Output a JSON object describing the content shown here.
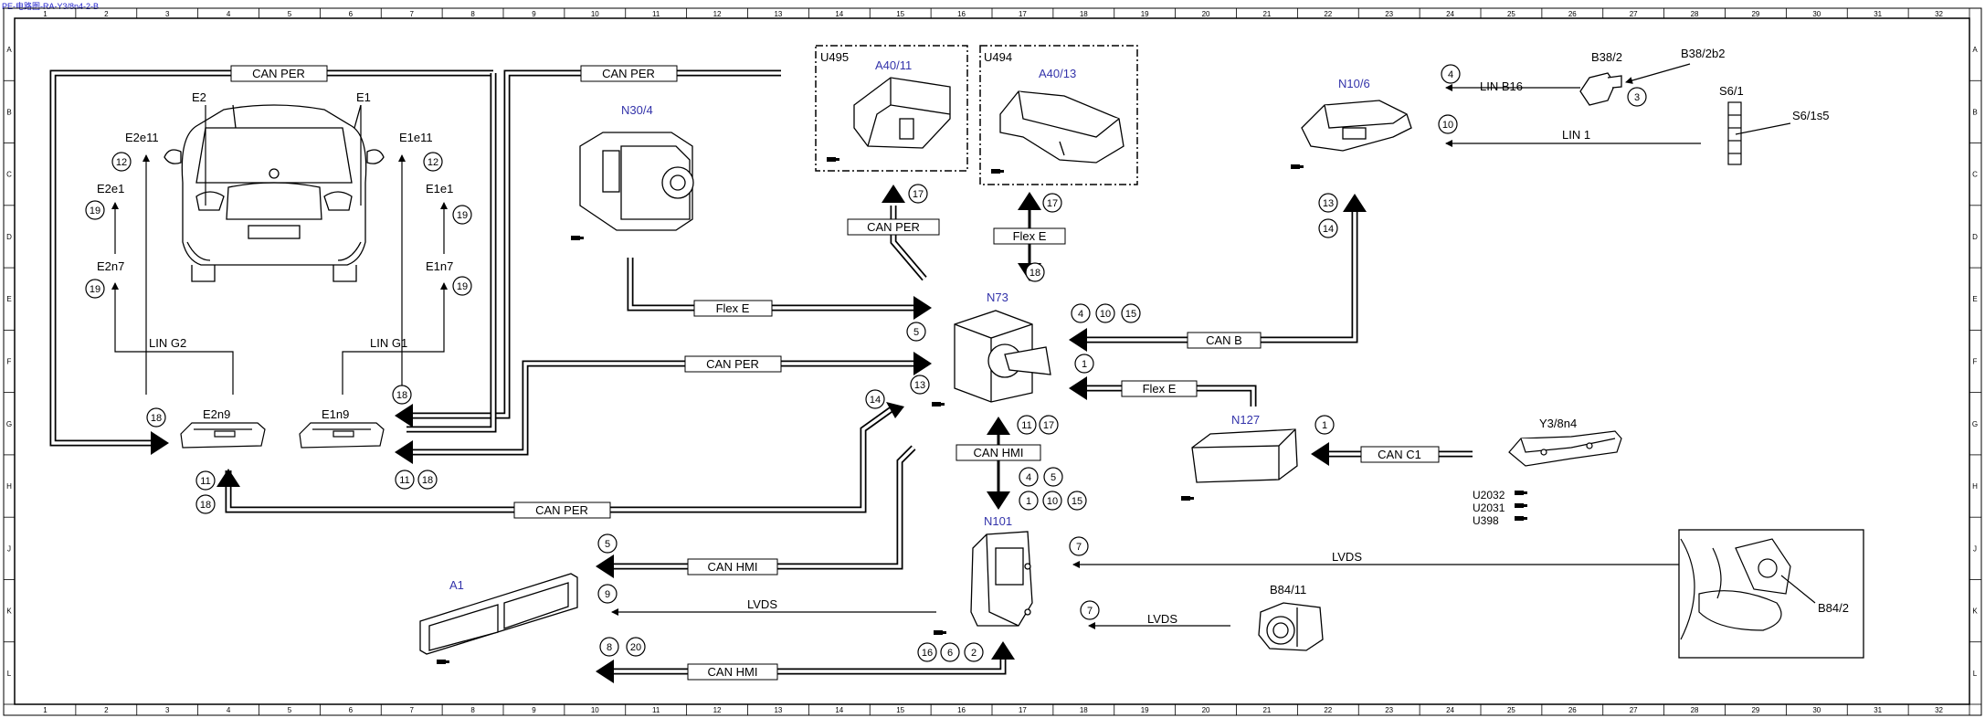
{
  "header": {
    "title": "PE-电路图-RA-Y3/8n4-2-B"
  },
  "grid": {
    "cols": [
      "1",
      "2",
      "3",
      "4",
      "5",
      "6",
      "7",
      "8",
      "9",
      "10",
      "11",
      "12",
      "13",
      "14",
      "15",
      "16",
      "17",
      "18",
      "19",
      "20",
      "21",
      "22",
      "23",
      "24",
      "25",
      "26",
      "27",
      "28",
      "29",
      "30",
      "31",
      "32"
    ],
    "rows": [
      "A",
      "B",
      "C",
      "D",
      "E",
      "F",
      "G",
      "H",
      "J",
      "K",
      "L"
    ]
  },
  "components": {
    "e2": "E2",
    "e1": "E1",
    "e2e11": "E2e11",
    "e1e11": "E1e11",
    "e2e1": "E2e1",
    "e1e1": "E1e1",
    "e2n7": "E2n7",
    "e1n7": "E1n7",
    "e2n9": "E2n9",
    "e1n9": "E1n9",
    "n30_4": "N30/4",
    "u495": "U495",
    "a40_11": "A40/11",
    "u494": "U494",
    "a40_13": "A40/13",
    "n10_6": "N10/6",
    "b38_2": "B38/2",
    "b38_2b2": "B38/2b2",
    "s6_1": "S6/1",
    "s6_1s5": "S6/1s5",
    "n73": "N73",
    "n127": "N127",
    "y3_8n4": "Y3/8n4",
    "u2032": "U2032",
    "u2031": "U2031",
    "u398": "U398",
    "n101": "N101",
    "a1": "A1",
    "b84_11": "B84/11",
    "b84_2": "B84/2"
  },
  "buses": {
    "can_per": "CAN PER",
    "flex_e": "Flex E",
    "can_b": "CAN B",
    "can_c1": "CAN C1",
    "can_hmi": "CAN HMI",
    "lin_g2": "LIN G2",
    "lin_g1": "LIN G1",
    "lin_b16": "LIN B16",
    "lin_1": "LIN 1",
    "lvds": "LVDS"
  },
  "refs": {
    "r1": "1",
    "r2": "2",
    "r3": "3",
    "r4": "4",
    "r5": "5",
    "r6": "6",
    "r7": "7",
    "r8": "8",
    "r9": "9",
    "r10": "10",
    "r11": "11",
    "r12": "12",
    "r13": "13",
    "r14": "14",
    "r15": "15",
    "r16": "16",
    "r17": "17",
    "r18": "18",
    "r19": "19",
    "r20": "20"
  }
}
